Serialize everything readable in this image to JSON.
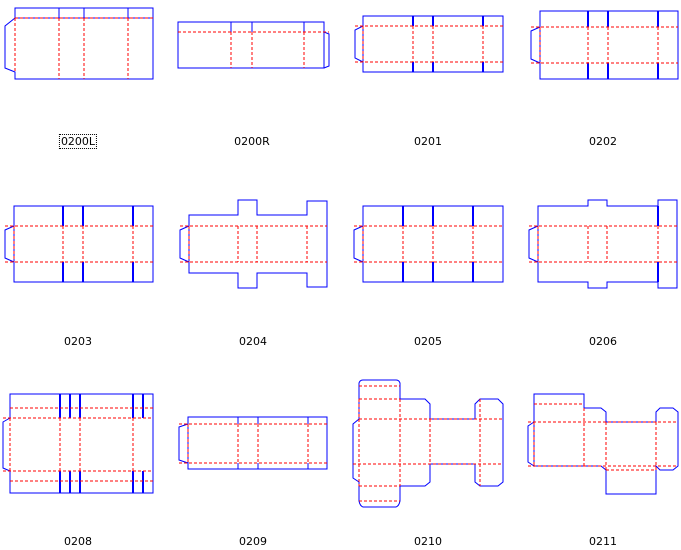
{
  "colors": {
    "cut_line": "#0000ff",
    "fold_line": "#ff0000",
    "background": "#ffffff"
  },
  "selected_index": 0,
  "styles": [
    {
      "code": "0200L"
    },
    {
      "code": "0200R"
    },
    {
      "code": "0201"
    },
    {
      "code": "0202"
    },
    {
      "code": "0203"
    },
    {
      "code": "0204"
    },
    {
      "code": "0205"
    },
    {
      "code": "0206"
    },
    {
      "code": "0208"
    },
    {
      "code": "0209"
    },
    {
      "code": "0210"
    },
    {
      "code": "0211"
    }
  ]
}
